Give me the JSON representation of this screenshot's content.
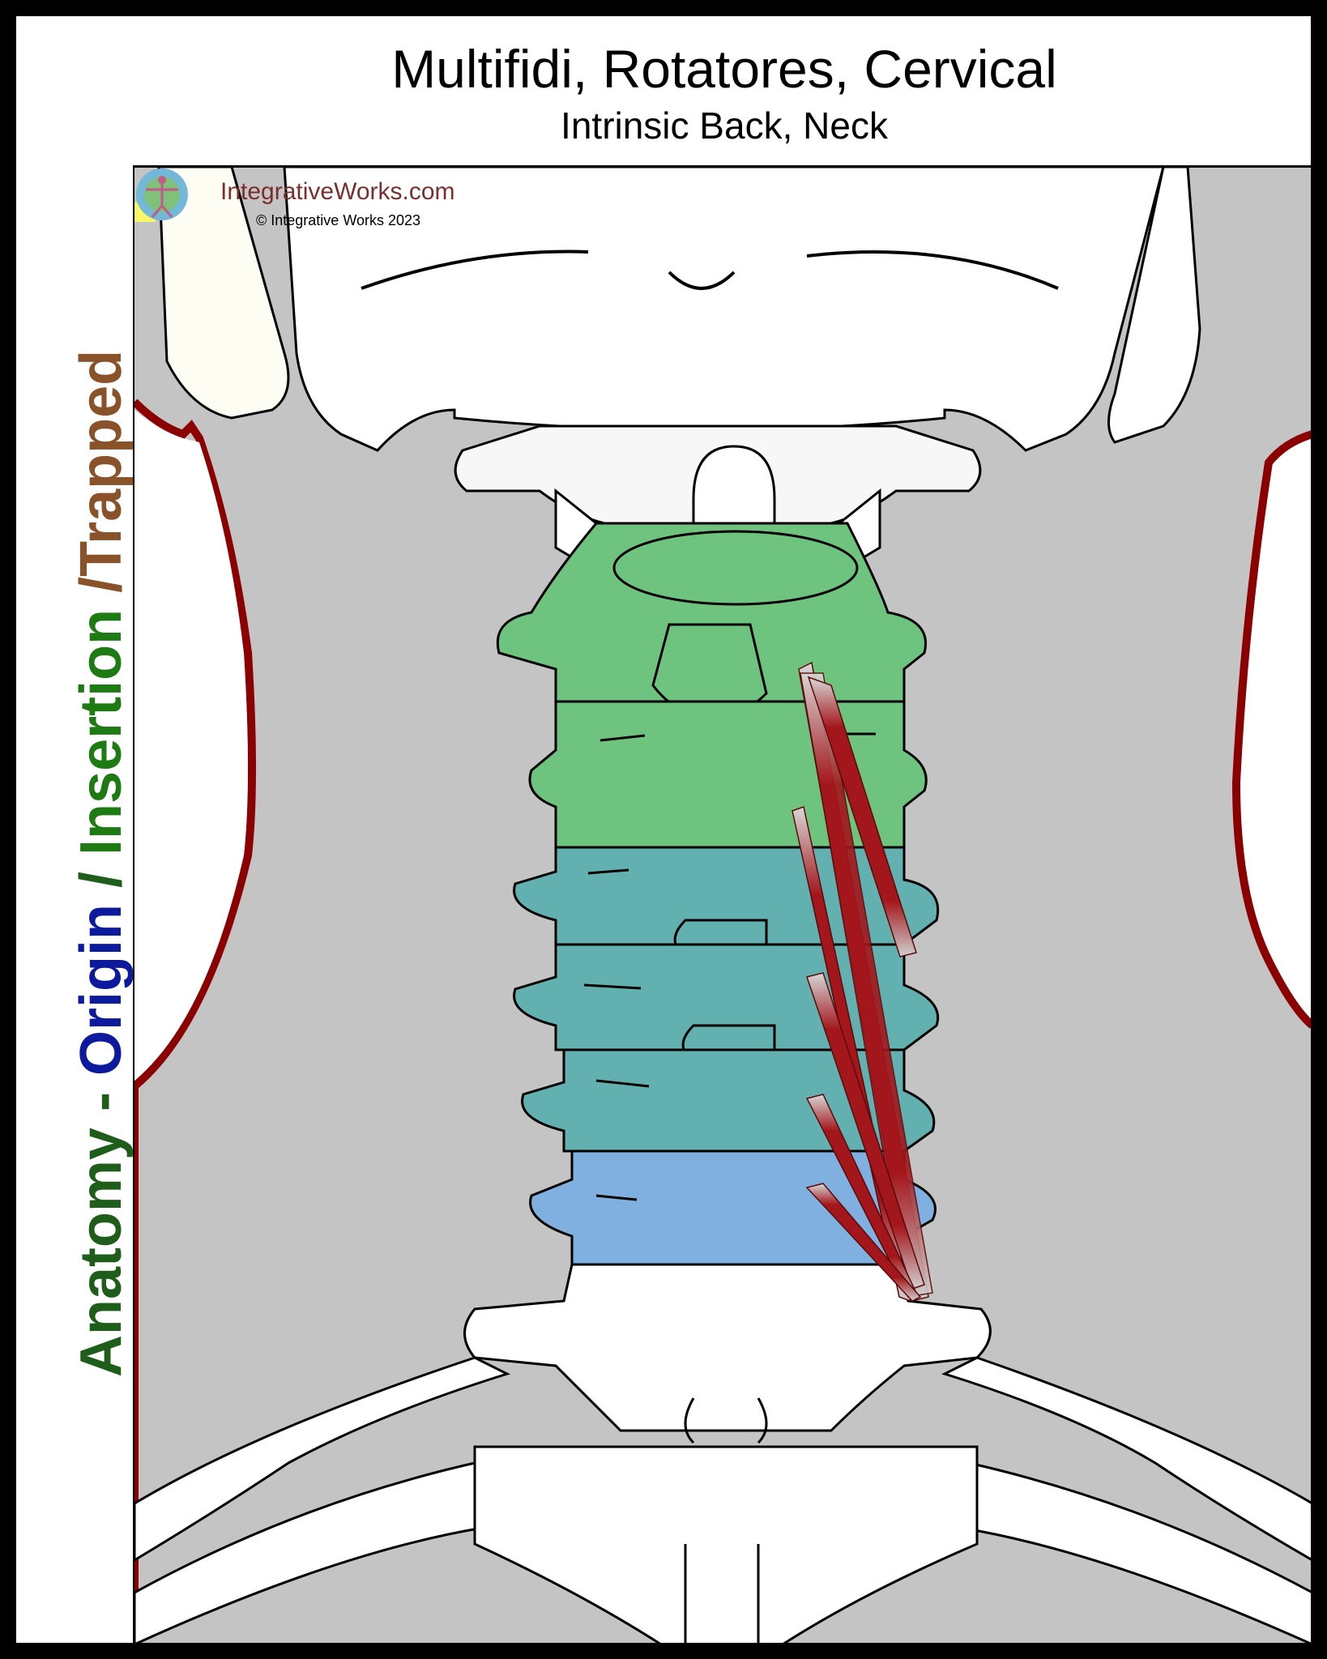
{
  "header": {
    "title": "Multifidi, Rotatores, Cervical",
    "subtitle": "Intrinsic Back, Neck"
  },
  "side_label": {
    "anatomy": "Anatomy - ",
    "origin": "Origin",
    "separator": " / ",
    "insertion": "Insertion",
    "trapped": " /Trapped"
  },
  "branding": {
    "site": "IntegrativeWorks.com",
    "copyright": "© Integrative Works 2023",
    "logo_text": "IntegrativeWorks.com"
  },
  "colors": {
    "background_gray": "#c4c4c4",
    "upper_vertebrae_green": "#6ec47e",
    "middle_vertebrae_teal": "#63b0b0",
    "lower_vertebra_blue": "#7fb0e0",
    "muscle_red": "#a3161b",
    "outline_dark_red": "#8b0000",
    "anatomy_label": "#1f5e1a",
    "origin_label": "#0d1a9e",
    "insertion_label": "#1e7a12",
    "trapped_label": "#8a5229"
  }
}
